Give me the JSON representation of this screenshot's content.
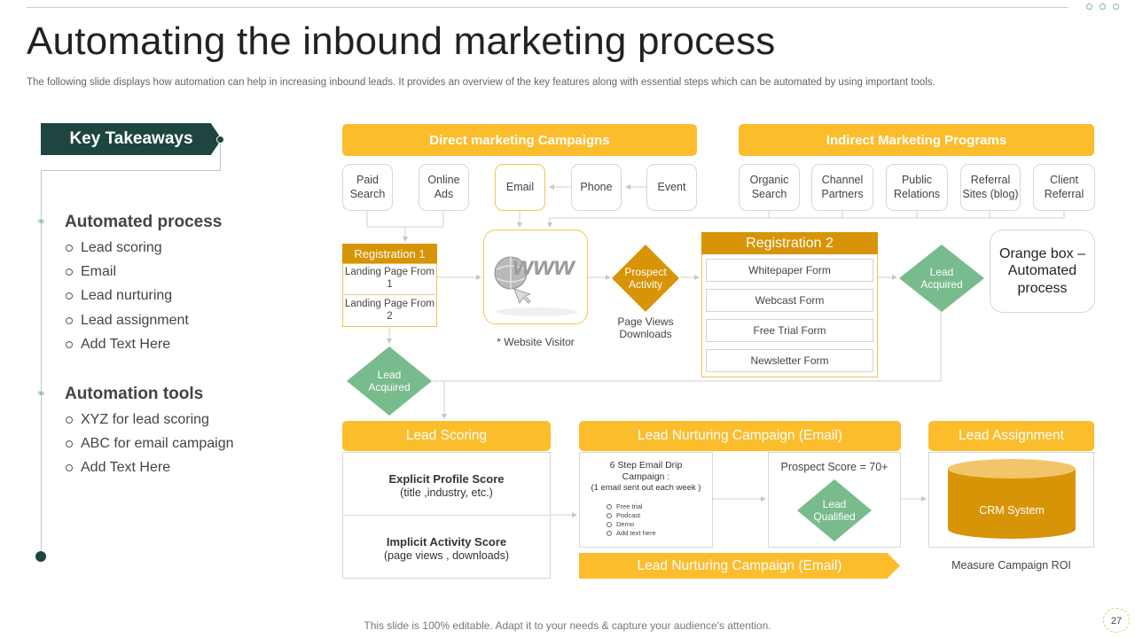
{
  "slide": {
    "title": "Automating the inbound marketing process",
    "subtitle": "The following slide displays how automation can help in increasing inbound leads. It provides an overview of the key features along with essential steps which can be automated  by using important tools.",
    "footer": "This slide is 100% editable. Adapt it to your needs & capture your audience's attention.",
    "page_number": "27"
  },
  "takeaways": {
    "banner": "Key Takeaways",
    "sections": [
      {
        "heading": "Automated process",
        "items": [
          "Lead scoring",
          "Email",
          "Lead nurturing",
          "Lead assignment",
          "Add Text Here"
        ]
      },
      {
        "heading": "Automation tools",
        "items": [
          "XYZ  for lead scoring",
          "ABC for  email campaign",
          "Add Text Here"
        ]
      }
    ]
  },
  "diagram": {
    "direct_header": "Direct marketing Campaigns",
    "indirect_header": "Indirect Marketing Programs",
    "direct_channels": [
      "Paid Search",
      "Online Ads",
      "Email",
      "Phone",
      "Event"
    ],
    "indirect_channels": [
      "Organic Search",
      "Channel Partners",
      "Public Relations",
      "Referral Sites (blog)",
      "Client Referral"
    ],
    "registration1": {
      "title": "Registration 1",
      "rows": [
        "Landing Page From 1",
        "Landing Page From 2"
      ]
    },
    "website_visitor": "* Website Visitor",
    "www_graphic": "www",
    "prospect_activity": "Prospect Activity",
    "page_views": "Page Views Downloads",
    "registration2": {
      "title": "Registration 2",
      "forms": [
        "Whitepaper Form",
        "Webcast Form",
        "Free Trial Form",
        "Newsletter Form"
      ]
    },
    "lead_acquired_right": "Lead Acquired",
    "orange_box": "Orange box – Automated process",
    "lead_acquired_left": "Lead Acquired",
    "lead_scoring": {
      "header": "Lead Scoring",
      "explicit_title": "Explicit Profile Score",
      "explicit_sub": "(title ,industry, etc.)",
      "implicit_title": "Implicit Activity  Score",
      "implicit_sub": "(page views  , downloads)"
    },
    "nurturing": {
      "header": "Lead Nurturing  Campaign (Email)",
      "drip_title": "6 Step Email  Drip Campaign  :",
      "drip_note": "(1 email sent out each week )",
      "drip_items": [
        "Free trial",
        "Podcast",
        "Demo",
        "Add text here"
      ],
      "prospect_score": "Prospect Score = 70+",
      "lead_qualified": "Lead Qualified",
      "banner": "Lead Nurturing  Campaign (Email)"
    },
    "assignment": {
      "header": "Lead Assignment",
      "crm": "CRM System",
      "roi": "Measure Campaign  ROI"
    },
    "colors": {
      "yellow": "#fbbd2c",
      "dark_orange": "#d79406",
      "green_diamond": "#78bb8c",
      "dark_teal": "#1f4540"
    }
  }
}
